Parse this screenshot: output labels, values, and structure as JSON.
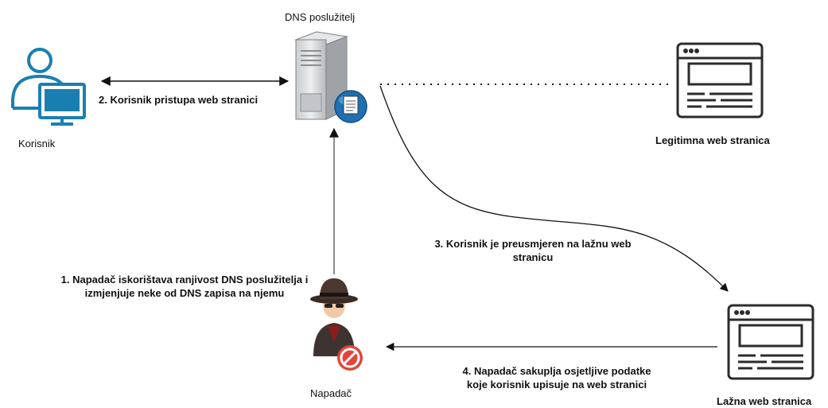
{
  "nodes": {
    "server": {
      "label": "DNS poslužitelj",
      "icon": "dns-server-icon"
    },
    "user": {
      "label": "Korisnik",
      "icon": "user-computer-icon"
    },
    "legit_site": {
      "label": "Legitimna web stranica",
      "icon": "webpage-icon"
    },
    "fake_site": {
      "label": "Lažna web stranica",
      "icon": "webpage-icon"
    },
    "attacker": {
      "label": "Napadač",
      "icon": "spy-attacker-icon"
    }
  },
  "steps": {
    "step1": {
      "line1": "1. Napadač iskorištava ranjivost DNS poslužitelja i",
      "line2": "izmjenjuje neke od DNS zapisa na njemu"
    },
    "step2": {
      "text": "2. Korisnik pristupa web stranici"
    },
    "step3": {
      "line1": "3. Korisnik je preusmjeren na lažnu web",
      "line2": "stranicu"
    },
    "step4": {
      "line1": "4. Napadač sakuplja osjetljive podatke",
      "line2": "koje korisnik upisuje na web stranici"
    }
  },
  "colors": {
    "user_icon": "#1a7fb0",
    "server_body": "#d7d9dc",
    "server_badge": "#1f6fb2",
    "attacker_hat": "#3a2a22",
    "forbidden_sign": "#e0463a",
    "page_stroke": "#2b2b2b"
  }
}
